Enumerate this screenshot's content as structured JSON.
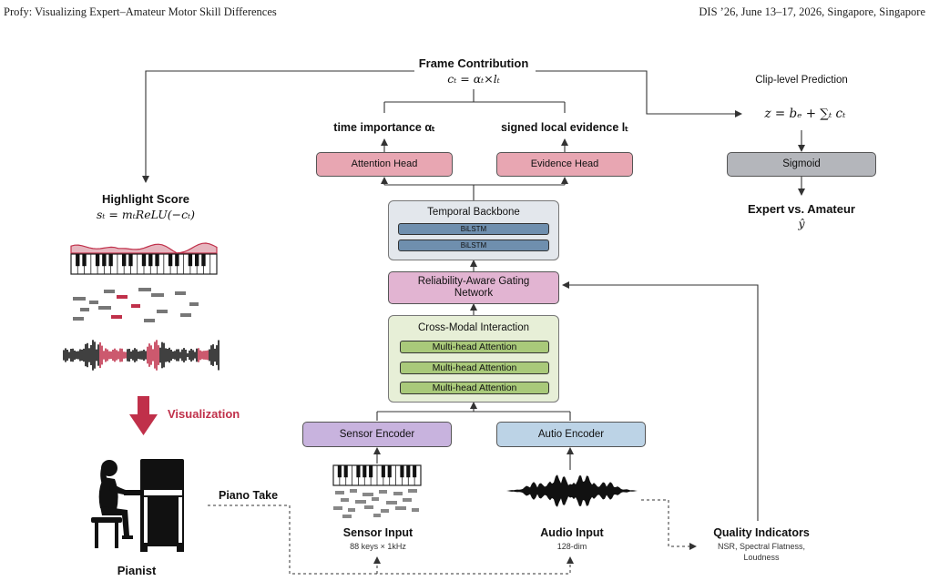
{
  "header": {
    "left": "Profy: Visualizing Expert–Amateur Motor Skill Differences",
    "right": "DIS ’26, June 13–17, 2026, Singapore, Singapore"
  },
  "frame_contribution": {
    "title": "Frame Contribution",
    "formula": "cₜ = αₜ×lₜ"
  },
  "time_importance": "time importance αₜ",
  "signed_local_evidence": "signed local evidence lₜ",
  "attention_head": "Attention Head",
  "evidence_head": "Evidence Head",
  "temporal_backbone": {
    "title": "Temporal Backbone",
    "layers": [
      "BiLSTM",
      "BiLSTM"
    ]
  },
  "gating_network": "Reliability-Aware Gating Network",
  "cross_modal": {
    "title": "Cross-Modal Interaction",
    "layers": [
      "Multi-head Attention",
      "Multi-head Attention",
      "Multi-head Attention"
    ]
  },
  "sensor_encoder": "Sensor Encoder",
  "audio_encoder": "Autio Encoder",
  "sensor_input": {
    "title": "Sensor Input",
    "detail": "88 keys × 1kHz"
  },
  "audio_input": {
    "title": "Audio Input",
    "detail": "128-dim"
  },
  "quality_indicators": {
    "title": "Quality Indicators",
    "detail_line1": "NSR, Spectral Flatness,",
    "detail_line2": "Loudness"
  },
  "clip_prediction": {
    "title": "Clip-level Prediction",
    "formula": "z = bₑ + ∑ₜ cₜ"
  },
  "sigmoid": "Sigmoid",
  "output": {
    "title": "Expert vs. Amateur",
    "symbol": "ŷ"
  },
  "highlight_score": {
    "title": "Highlight Score",
    "formula": "sₜ = mₜReLU(−cₜ)"
  },
  "visualization": "Visualization",
  "piano_take": "Piano Take",
  "pianist": "Pianist",
  "colors": {
    "accent_red": "#c0304a",
    "pink": "#e8a6b2",
    "mauve": "#e2b4d2",
    "purple": "#c8b3de",
    "blue": "#bcd3e6",
    "green": "#a9c97a",
    "lstm": "#6f8fae"
  }
}
